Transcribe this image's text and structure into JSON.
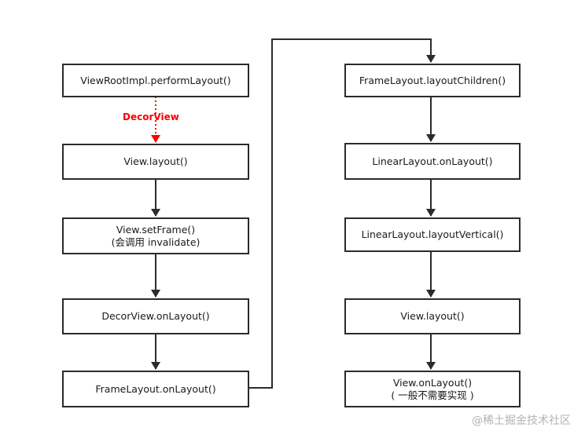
{
  "left_column": [
    {
      "label": "ViewRootImpl.performLayout()"
    },
    {
      "label": "View.layout()"
    },
    {
      "label": "View.setFrame()",
      "sub": "(会调用 invalidate)"
    },
    {
      "label": "DecorView.onLayout()"
    },
    {
      "label": "FrameLayout.onLayout()"
    }
  ],
  "right_column": [
    {
      "label": "FrameLayout.layoutChildren()"
    },
    {
      "label": "LinearLayout.onLayout()"
    },
    {
      "label": "LinearLayout.layoutVertical()"
    },
    {
      "label": "View.layout()"
    },
    {
      "label": "View.onLayout()",
      "sub": "( 一般不需要实现 )"
    }
  ],
  "edge_label": "DecorView",
  "watermark": "@稀土掘金技术社区",
  "colors": {
    "edge_label": "#ff0000",
    "dotted_arrow": "#ff0000",
    "solid_arrow": "#2b2b2b"
  }
}
